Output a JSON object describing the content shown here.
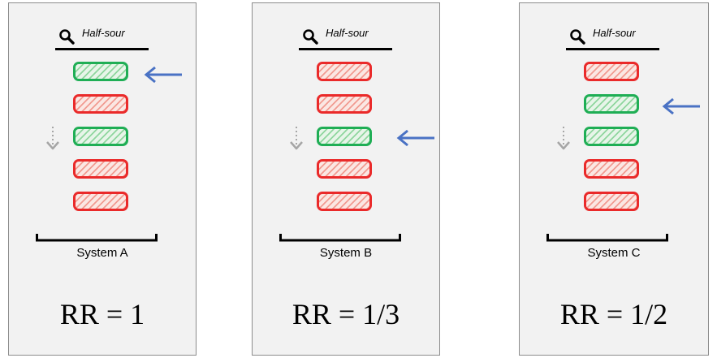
{
  "query": "Half-sour",
  "icons": {
    "search": "search-icon",
    "pointer": "arrow-left-icon",
    "scroll": "dotted-down-arrow-icon"
  },
  "colors": {
    "relevant": "#1fae55",
    "nonrelevant": "#ea2a2a",
    "pointer_arrow": "#4a72c4",
    "panel_background": "#f2f2f2"
  },
  "systems": [
    {
      "label": "System A",
      "metric": "RR = 1",
      "results": [
        "relevant",
        "nonrelevant",
        "relevant",
        "nonrelevant",
        "nonrelevant"
      ],
      "first_relevant_rank": 1
    },
    {
      "label": "System B",
      "metric": "RR = 1/3",
      "results": [
        "nonrelevant",
        "nonrelevant",
        "relevant",
        "nonrelevant",
        "nonrelevant"
      ],
      "first_relevant_rank": 3
    },
    {
      "label": "System C",
      "metric": "RR = 1/2",
      "results": [
        "nonrelevant",
        "relevant",
        "relevant",
        "nonrelevant",
        "nonrelevant"
      ],
      "first_relevant_rank": 2
    }
  ]
}
